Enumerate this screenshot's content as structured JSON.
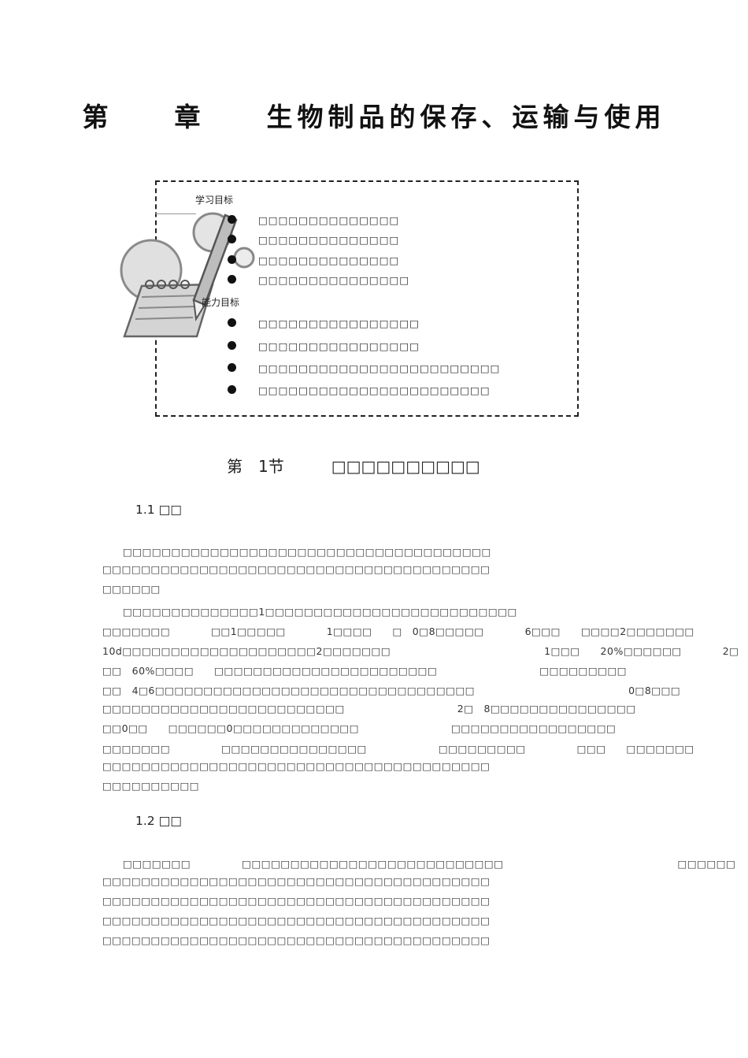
{
  "title": "第　　章　　生物制品的保存、运输与使用",
  "objectives_box": {
    "heading1": "学习目标",
    "objectives": [
      "□□□□□□□□□□□□□□",
      "□□□□□□□□□□□□□□",
      "□□□□□□□□□□□□□□",
      "□□□□□□□□□□□□□□□"
    ],
    "heading2": "能力目标",
    "abilities": [
      "□□□□□□□□□□□□□□□□",
      "□□□□□□□□□□□□□□□□",
      "□□□□□□□□□□□□□□□□□□□□□□□□",
      "□□□□□□□□□□□□□□□□□□□□□□□"
    ]
  },
  "section_title": "第　1节　　　□□□□□□□□□□",
  "subsections": [
    {
      "heading": "1.1 □□",
      "lines": [
        "　　□□□□□□□□□□□□□□□□□□□□□□□□□□□□□□□□□□□□□□",
        "□□□□□□□□□□□□□□□□□□□□□□□□□□□□□□□□□□□□□□□□",
        "□□□□□□",
        "　　□□□□□□□□□□□□□□1□□□□□□□□□□□□□□□□□□□□□□□□□□",
        "□□□□□□□　　　　□□1□□□□□　　　　1□□□□　　□　0□8□□□□□　　　　6□□□　　□□□□2□□□□□□□",
        "10d□□□□□□□□□□□□□□□□□□□□2□□□□□□□　　　　　　　　　　　　　　　1□□□　　20%□□□□□□　　　　2□",
        "□□　60%□□□□　　□□□□□□□□□□□□□□□□□□□□□□□　　　　　　　　　　□□□□□□□□□",
        "□□　4□6□□□□□□□□□□□□□□□□□□□□□□□□□□□□□□□□□　　　　　　　　　　　　　　　0□8□□□",
        "□□□□□□□□□□□□□□□□□□□□□□□□□　　　　　　　　　　　2□　8□□□□□□□□□□□□□□□",
        "□□0□□　　□□□□□□0□□□□□□□□□□□□□　　　　　　　　　□□□□□□□□□□□□□□□□□",
        "□□□□□□□　　　　　□□□□□□□□□□□□□□□　　　　　　　□□□□□□□□□　　　　　□□□　　□□□□□□□",
        "□□□□□□□□□□□□□□□□□□□□□□□□□□□□□□□□□□□□□□□□",
        "□□□□□□□□□□"
      ]
    },
    {
      "heading": "1.2 □□",
      "lines": [
        "　　□□□□□□□　　　　　□□□□□□□□□□□□□□□□□□□□□□□□□□□　　　　　　　　　　　　　　　　　□□□□□□",
        "□□□□□□□□□□□□□□□□□□□□□□□□□□□□□□□□□□□□□□□□",
        "□□□□□□□□□□□□□□□□□□□□□□□□□□□□□□□□□□□□□□□□",
        "□□□□□□□□□□□□□□□□□□□□□□□□□□□□□□□□□□□□□□□□",
        "□□□□□□□□□□□□□□□□□□□□□□□□□□□□□□□□□□□□□□□□"
      ]
    }
  ]
}
